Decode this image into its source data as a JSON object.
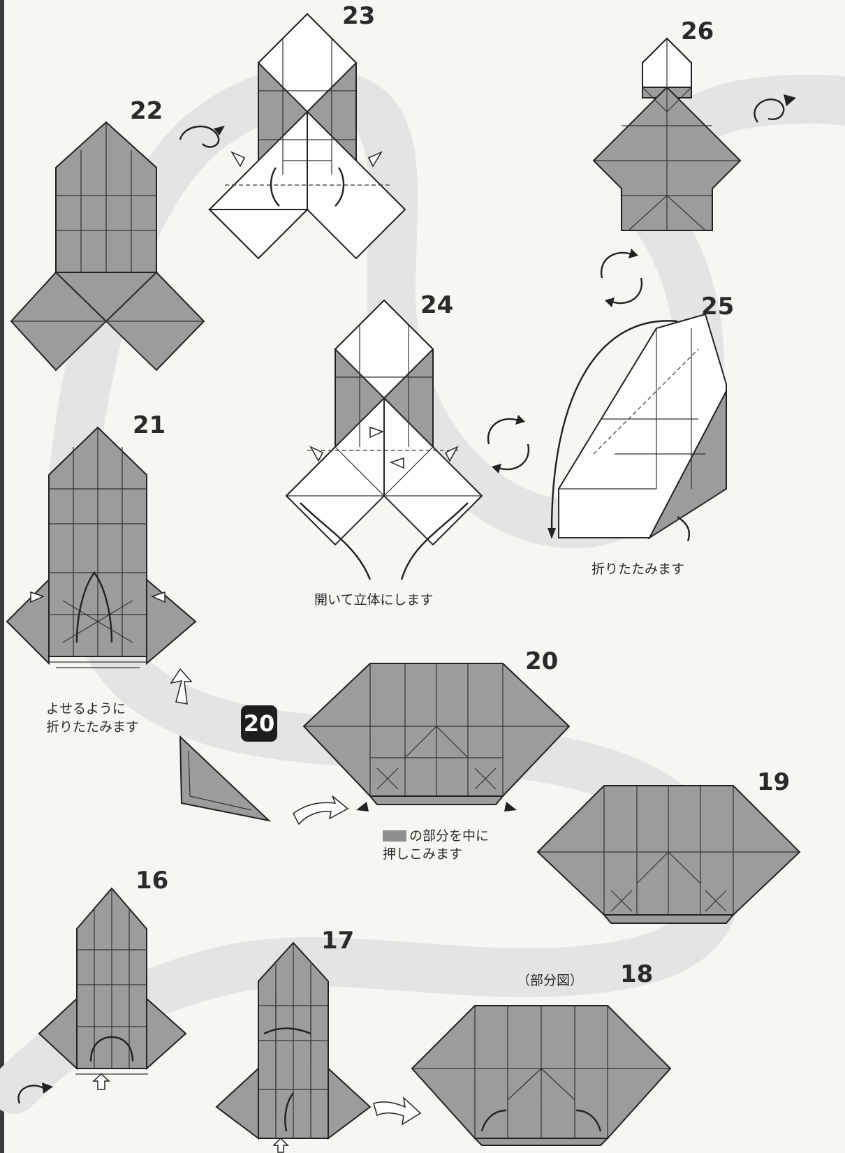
{
  "steps": {
    "s16": "16",
    "s17": "17",
    "s18": "18",
    "s19": "19",
    "s20": "20",
    "s21": "21",
    "s22": "22",
    "s23": "23",
    "s24": "24",
    "s25": "25",
    "s26": "26"
  },
  "badge": "20",
  "captions": {
    "step24": "開いて立体にします",
    "step25": "折りたたみます",
    "step21_line1": "よせるように",
    "step21_line2": "折りたたみます",
    "step20_line1": "の部分を中に",
    "step20_line2": "押しこみます",
    "step18": "（部分図）"
  },
  "colors": {
    "paper_colored": "#9c9c9c",
    "paper_white": "#fdfdfd",
    "path_band": "#e6e6e6",
    "ink": "#222222"
  }
}
